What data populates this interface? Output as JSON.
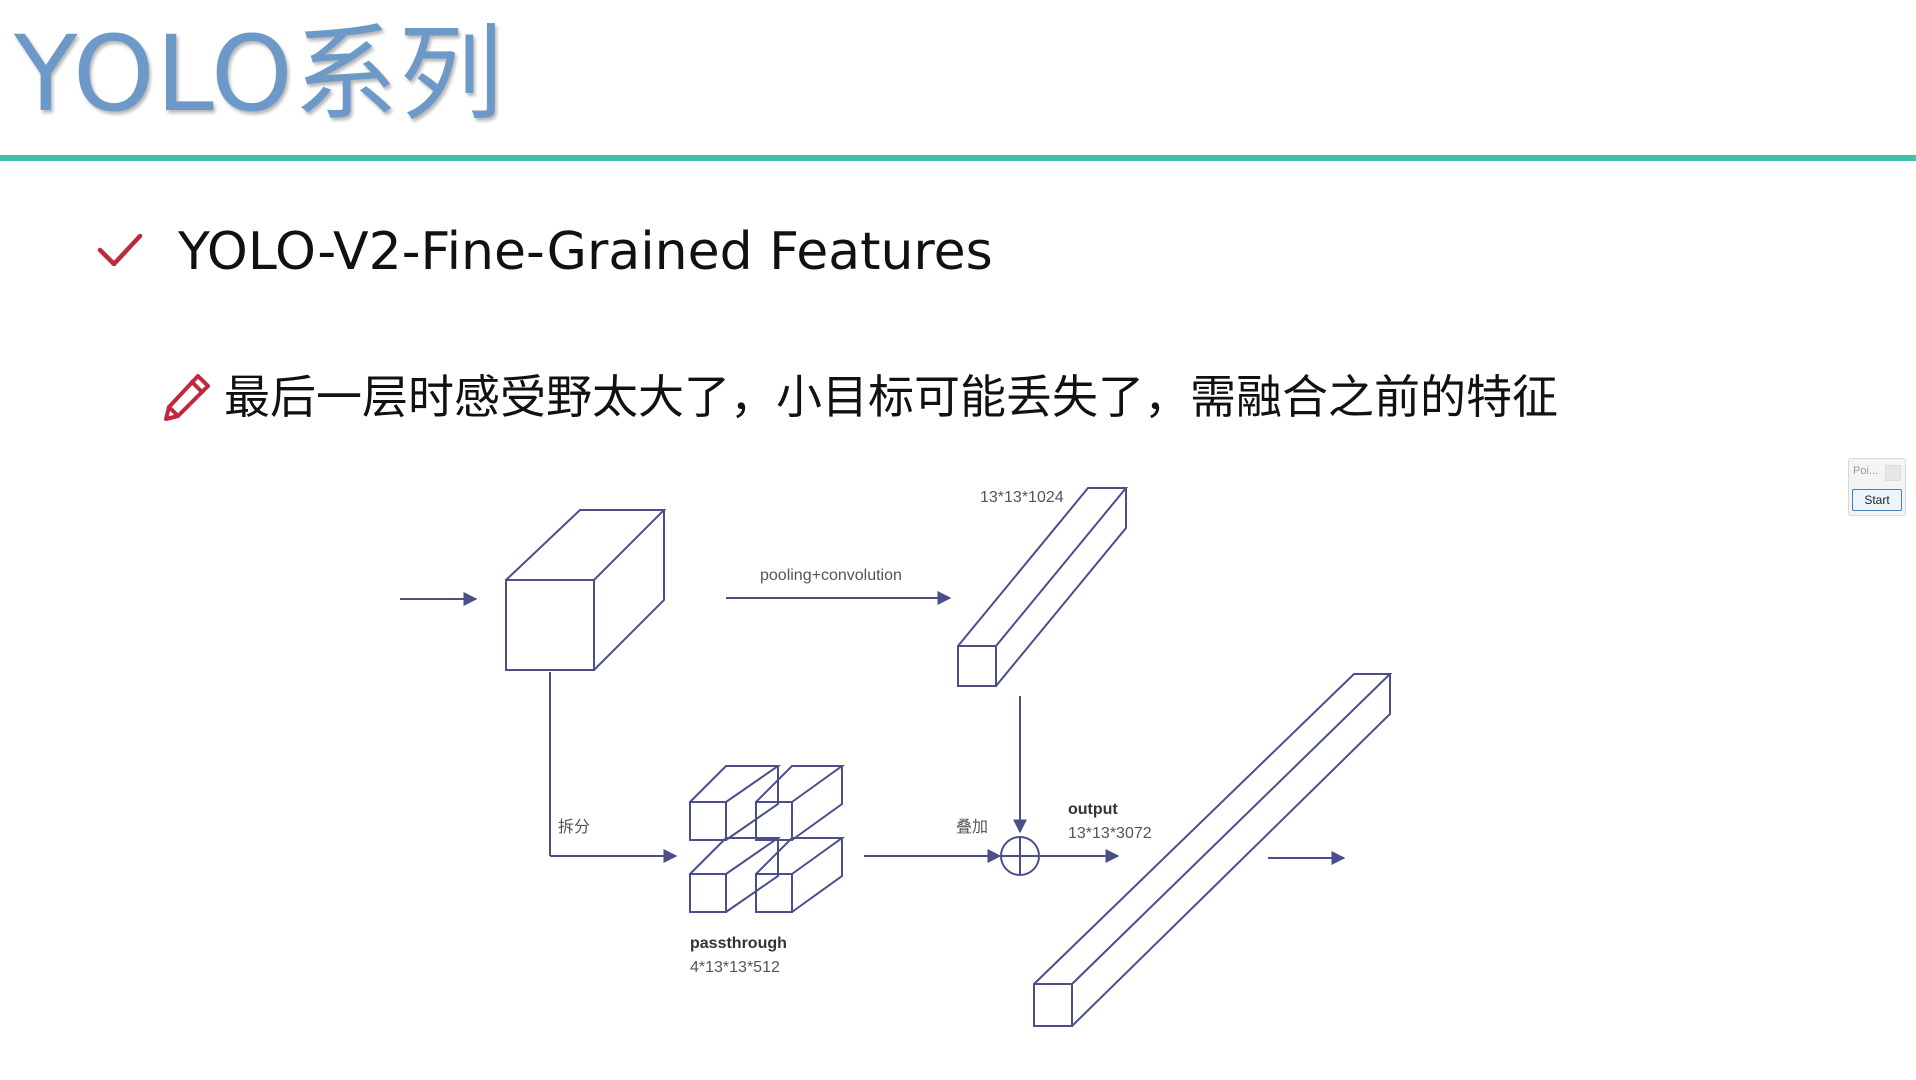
{
  "slide": {
    "title": "YOLO系列",
    "heading": "YOLO-V2-Fine-Grained Features",
    "bullet": "最后一层时感受野太大了，小目标可能丢失了，需融合之前的特征"
  },
  "diagram": {
    "label_pooling": "pooling+convolution",
    "label_top_shape": "13*13*1024",
    "label_split": "拆分",
    "label_stack": "叠加",
    "label_output": "output",
    "label_output_shape": "13*13*3072",
    "label_passthrough": "passthrough",
    "label_passthrough_shape": "4*13*13*512"
  },
  "widget": {
    "name": "Poi...",
    "start_label": "Start"
  },
  "colors": {
    "title": "#6d99c9",
    "rule": "#3fbfad",
    "icon": "#c0283e",
    "diagram_line": "#4a4f8a"
  }
}
